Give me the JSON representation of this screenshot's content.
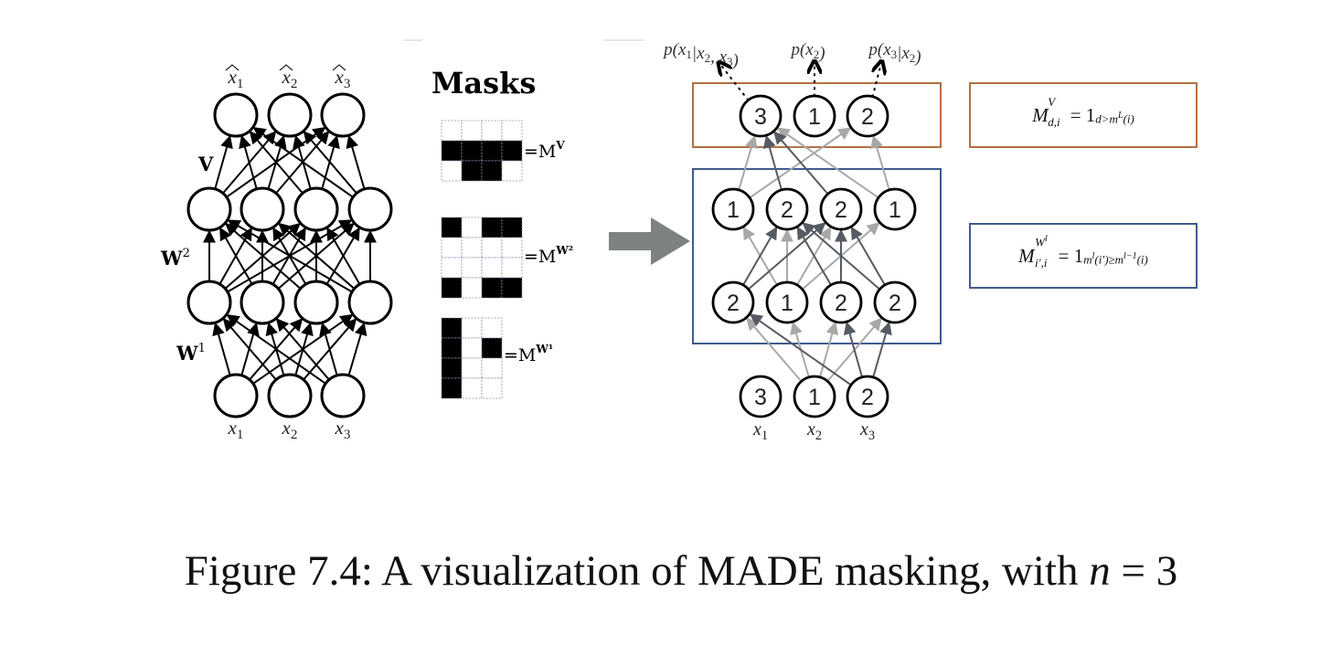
{
  "figure": {
    "caption_prefix": "Figure 7.4: A visualization of MADE masking, with ",
    "caption_var": "n",
    "caption_eq": " = 3"
  },
  "left_network": {
    "layer_labels": [
      "V",
      "W",
      "W"
    ],
    "layer_label_superscripts": [
      "",
      "2",
      "1"
    ],
    "output_labels": [
      "x̂1",
      "x̂2",
      "x̂3"
    ],
    "input_labels": [
      "x1",
      "x2",
      "x3"
    ],
    "layers_sizes": [
      3,
      4,
      4,
      3
    ]
  },
  "masks": {
    "title": "Masks",
    "items": [
      {
        "name": "M^V",
        "label_base": "=M",
        "label_sup": "V",
        "grid": [
          [
            0,
            0,
            0,
            0
          ],
          [
            1,
            1,
            1,
            1
          ],
          [
            0,
            1,
            1,
            0
          ]
        ]
      },
      {
        "name": "M^W2",
        "label_base": "=M",
        "label_sup": "W²",
        "grid": [
          [
            1,
            0,
            1,
            1
          ],
          [
            0,
            0,
            0,
            0
          ],
          [
            0,
            0,
            0,
            0
          ],
          [
            1,
            0,
            1,
            1
          ]
        ]
      },
      {
        "name": "M^W1",
        "label_base": "=M",
        "label_sup": "W¹",
        "grid": [
          [
            1,
            0,
            0
          ],
          [
            1,
            0,
            1
          ],
          [
            1,
            0,
            0
          ],
          [
            1,
            0,
            0
          ]
        ]
      }
    ]
  },
  "right_network": {
    "output_probs": [
      "p(x1|x2, x3)",
      "p(x2)",
      "p(x3|x2)"
    ],
    "output_nodes": [
      "3",
      "1",
      "2"
    ],
    "hidden2_nodes": [
      "1",
      "2",
      "2",
      "1"
    ],
    "hidden1_nodes": [
      "2",
      "1",
      "2",
      "2"
    ],
    "input_nodes": [
      "3",
      "1",
      "2"
    ],
    "input_labels": [
      "x1",
      "x2",
      "x3"
    ],
    "output_box_color": "#b5703f",
    "hidden_box_color": "#3f5b8f",
    "arrow_color": "#7d8280"
  },
  "formulas": {
    "output_mask": {
      "M": "M",
      "sup": "V",
      "sub": "d,i",
      "eq": "= 1",
      "cond": "d>m",
      "cond_sup": "L",
      "cond_tail": "(i)"
    },
    "hidden_mask": {
      "M": "M",
      "sup": "W",
      "sup_sup": "l",
      "sub": "i′,i",
      "eq": "= 1",
      "cond": "m",
      "cond_sup": "l",
      "cond_mid": "(i′)≥m",
      "cond_sup2": "l−1",
      "cond_tail": "(i)"
    }
  }
}
